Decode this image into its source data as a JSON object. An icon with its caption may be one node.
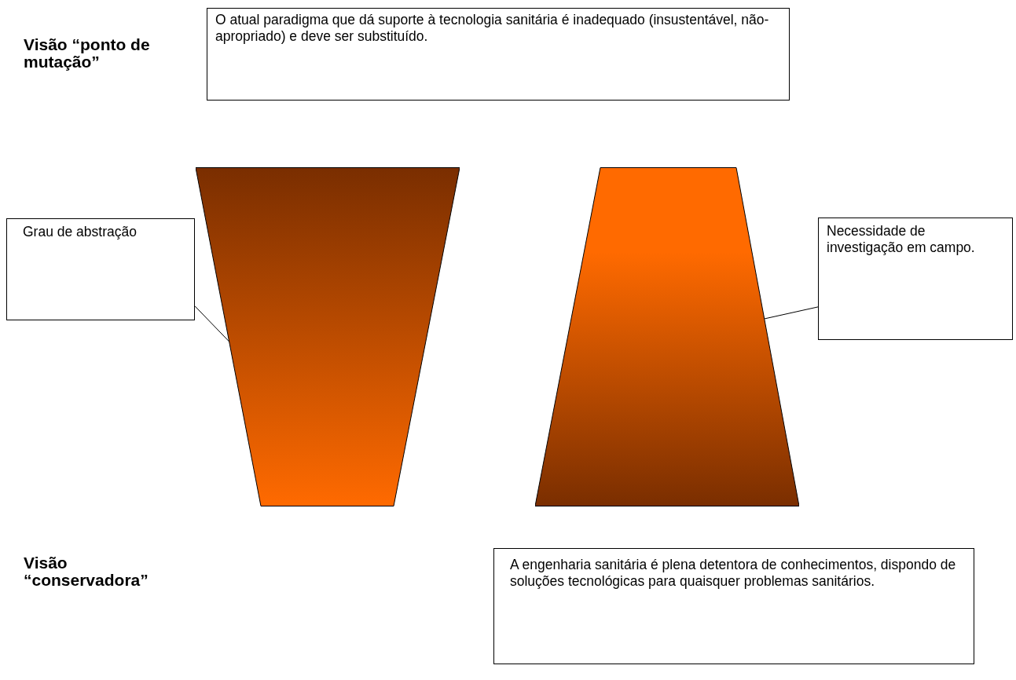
{
  "diagram": {
    "nodes": [
      {
        "text": [
          "O atual paradigma que dá suporte à tecnologia sanitária é inadequado (insustentável, não-apropriado) e deve ser substituído."
        ]
      },
      {
        "text": [],
        "shape": "trapezoid"
      },
      {
        "text": [],
        "shape": "trapezoid"
      },
      {
        "text": [
          "Grau de abstração"
        ]
      },
      {
        "text": [
          "Necessidade de investigação em campo."
        ]
      },
      {
        "text": [
          "A engenharia sanitária é plena detentora de conhecimentos, dispondo de soluções tecnológicas para quaisquer problemas sanitários."
        ]
      }
    ],
    "edges": [
      {
        "from": 3,
        "to": 1,
        "arrow": "none"
      },
      {
        "from": 4,
        "to": 2,
        "arrow": "none"
      }
    ],
    "labels": [
      "Visão “ponto de mutação”",
      "Visão “conservadora”"
    ]
  }
}
